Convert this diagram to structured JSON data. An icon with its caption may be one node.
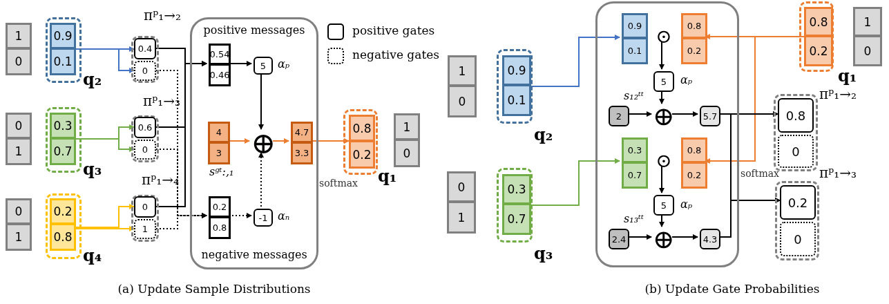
{
  "diagram": {
    "nodes": [
      {
        "text": [
          "1",
          "0"
        ]
      },
      {
        "text": [
          "q₂"
        ]
      },
      {
        "text": [
          "0.9",
          "0.1"
        ],
        "in": 1
      },
      {
        "text": [
          "πᵖ₁→₂"
        ]
      },
      {
        "text": [
          "0.4"
        ],
        "in": 3
      },
      {
        "text": [
          "0"
        ],
        "in": 3
      },
      {
        "text": [
          "0",
          "1"
        ]
      },
      {
        "text": [
          "q₃"
        ]
      },
      {
        "text": [
          "0.3",
          "0.7"
        ],
        "in": 7
      },
      {
        "text": [
          "πᵖ₁→₃"
        ]
      },
      {
        "text": [
          "0.6"
        ],
        "in": 9
      },
      {
        "text": [
          "0"
        ],
        "in": 9
      },
      {
        "text": [
          "0",
          "1"
        ]
      },
      {
        "text": [
          "q₄"
        ]
      },
      {
        "text": [
          "0.2",
          "0.8"
        ],
        "in": 13
      },
      {
        "text": [
          "πᵖ₁→₄"
        ]
      },
      {
        "text": [
          "0"
        ],
        "in": 15
      },
      {
        "text": [
          "1"
        ],
        "in": 15
      },
      {
        "text": [
          "positive messages",
          "negative messages"
        ]
      },
      {
        "text": [
          "0.54",
          "0.46"
        ],
        "in": 18
      },
      {
        "text": [
          "5"
        ],
        "in": 18,
        "beside": [
          "αₚ"
        ]
      },
      {
        "text": [
          "4",
          "3"
        ],
        "in": 18,
        "beside": [
          "sᵍᵗ:,₁"
        ]
      },
      {
        "text": [
          "⊕"
        ],
        "in": 18
      },
      {
        "text": [
          "4.7",
          "3.3"
        ],
        "in": 18
      },
      {
        "text": [
          "0.2",
          "0.8"
        ],
        "in": 18
      },
      {
        "text": [
          "-1"
        ],
        "in": 18,
        "beside": [
          "αₙ"
        ]
      },
      {
        "text": [
          "q₁"
        ]
      },
      {
        "text": [
          "0.8",
          "0.2"
        ],
        "in": 26
      },
      {
        "text": [
          "1",
          "0"
        ]
      },
      {
        "text": [
          "1",
          "0"
        ]
      },
      {
        "text": [
          "q₂"
        ]
      },
      {
        "text": [
          "0.9",
          "0.1"
        ],
        "in": 30
      },
      {
        "text": [
          "0",
          "1"
        ]
      },
      {
        "text": [
          "q₃"
        ]
      },
      {
        "text": [
          "0.3",
          "0.7"
        ],
        "in": 33
      },
      {
        "text": [],
        "shape": "box"
      },
      {
        "text": [
          "0.9",
          "0.1"
        ],
        "in": 35
      },
      {
        "text": [
          "⊙"
        ],
        "in": 35
      },
      {
        "text": [
          "0.8",
          "0.2"
        ],
        "in": 35
      },
      {
        "text": [
          "5"
        ],
        "in": 35,
        "beside": [
          "αₚ"
        ]
      },
      {
        "text": [
          "2"
        ],
        "in": 35,
        "beside": [
          "s₁₂ᵗᵗ"
        ]
      },
      {
        "text": [
          "⊕"
        ],
        "in": 35
      },
      {
        "text": [
          "5.7"
        ],
        "in": 35
      },
      {
        "text": [
          "0.3",
          "0.7"
        ],
        "in": 35
      },
      {
        "text": [
          "⊙"
        ],
        "in": 35
      },
      {
        "text": [
          "0.8",
          "0.2"
        ],
        "in": 35
      },
      {
        "text": [
          "5"
        ],
        "in": 35,
        "beside": [
          "αₚ"
        ]
      },
      {
        "text": [
          "2.4"
        ],
        "in": 35,
        "beside": [
          "s₁₃ᵗᵗ"
        ]
      },
      {
        "text": [
          "⊕"
        ],
        "in": 35
      },
      {
        "text": [
          "4.3"
        ],
        "in": 35
      },
      {
        "text": [
          "q₁"
        ]
      },
      {
        "text": [
          "0.8",
          "0.2"
        ],
        "in": 50
      },
      {
        "text": [
          "1",
          "0"
        ]
      },
      {
        "text": [
          "πᵖ₁→₂"
        ]
      },
      {
        "text": [
          "0.8"
        ],
        "in": 53
      },
      {
        "text": [
          "0"
        ],
        "in": 53
      },
      {
        "text": [
          "πᵖ₁→₃"
        ]
      },
      {
        "text": [
          "0.2"
        ],
        "in": 56
      },
      {
        "text": [
          "0"
        ],
        "in": 56
      }
    ],
    "edges": [
      {
        "from": 2,
        "to": 4,
        "arrow": "to",
        "color": "#4472c4"
      },
      {
        "from": 2,
        "to": 5,
        "arrow": "to",
        "color": "#4472c4"
      },
      {
        "from": 8,
        "to": 10,
        "arrow": "to",
        "color": "#70ad47"
      },
      {
        "from": 8,
        "to": 11,
        "arrow": "to",
        "color": "#70ad47"
      },
      {
        "from": 14,
        "to": 16,
        "arrow": "to",
        "color": "#ffc000"
      },
      {
        "from": 14,
        "to": 17,
        "arrow": "to",
        "color": "#ffc000"
      },
      {
        "from": 4,
        "to": 19,
        "arrow": "to"
      },
      {
        "from": 10,
        "to": 19,
        "arrow": "to"
      },
      {
        "from": 16,
        "to": 19,
        "arrow": "to"
      },
      {
        "from": 5,
        "to": 24,
        "arrow": "to",
        "style": "dashed"
      },
      {
        "from": 11,
        "to": 24,
        "arrow": "to",
        "style": "dashed"
      },
      {
        "from": 17,
        "to": 24,
        "arrow": "to",
        "style": "dashed"
      },
      {
        "from": 19,
        "to": 20,
        "arrow": "to"
      },
      {
        "from": 20,
        "to": 22,
        "arrow": "to"
      },
      {
        "from": 21,
        "to": 22,
        "arrow": "to",
        "color": "#ed7d31"
      },
      {
        "from": 24,
        "to": 25,
        "arrow": "to",
        "style": "dashed"
      },
      {
        "from": 25,
        "to": 22,
        "arrow": "to",
        "style": "dashed"
      },
      {
        "from": 22,
        "to": 23,
        "arrow": "to",
        "color": "#ed7d31"
      },
      {
        "from": 23,
        "to": 27,
        "arrow": "to",
        "color": "#ed7d31",
        "label": "softmax"
      },
      {
        "from": 31,
        "to": 36,
        "arrow": "to",
        "color": "#4472c4"
      },
      {
        "from": 34,
        "to": 43,
        "arrow": "to",
        "color": "#70ad47"
      },
      {
        "from": 51,
        "to": 38,
        "arrow": "to",
        "color": "#ed7d31"
      },
      {
        "from": 51,
        "to": 45,
        "arrow": "to",
        "color": "#ed7d31"
      },
      {
        "from": 37,
        "to": 39,
        "arrow": "to"
      },
      {
        "from": 39,
        "to": 41,
        "arrow": "to"
      },
      {
        "from": 40,
        "to": 41,
        "arrow": "to"
      },
      {
        "from": 41,
        "to": 42,
        "arrow": "to"
      },
      {
        "from": 44,
        "to": 46,
        "arrow": "to"
      },
      {
        "from": 46,
        "to": 48,
        "arrow": "to"
      },
      {
        "from": 47,
        "to": 48,
        "arrow": "to"
      },
      {
        "from": 48,
        "to": 49,
        "arrow": "to"
      },
      {
        "from": 42,
        "to": 54,
        "arrow": "to"
      },
      {
        "from": 42,
        "to": 57,
        "arrow": "to",
        "label": "softmax"
      },
      {
        "from": 49,
        "to": 54,
        "arrow": "to"
      },
      {
        "from": 49,
        "to": 57,
        "arrow": "to"
      }
    ],
    "labels": [
      "(a) Update Sample Distributions",
      "(b) Update Gate Probabilities"
    ],
    "legend": [
      {
        "text": "positive gates"
      },
      {
        "text": "negative gates"
      }
    ]
  }
}
